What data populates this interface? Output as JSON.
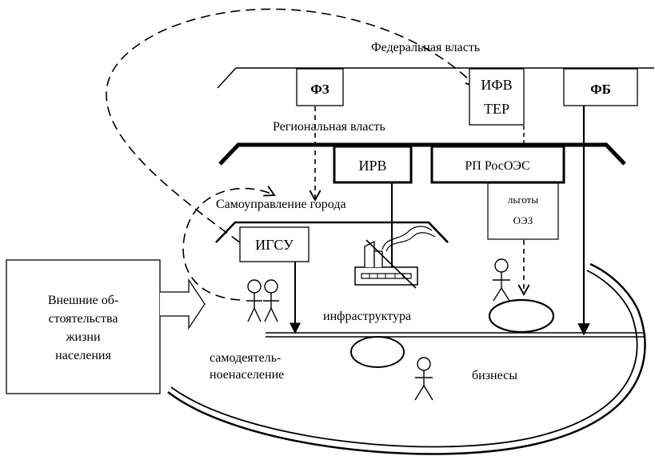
{
  "levels": {
    "federal": "Федеральная власть",
    "regional": "Региональная власть",
    "city": "Самоуправление города"
  },
  "boxes": {
    "fz": "ФЗ",
    "ifv_line1": "ИФВ",
    "ifv_line2": "ТЕР",
    "fb": "ФБ",
    "irv": "ИРВ",
    "rp": "РП  РосОЭС",
    "lgoty_line1": "льготы",
    "lgoty_line2": "ОЭЗ",
    "igsu": "ИГСУ",
    "external_line1": "Внешние об-",
    "external_line2": "стоятельства",
    "external_line3": "жизни",
    "external_line4": "населения"
  },
  "labels": {
    "infrastructure": "инфраструктура",
    "population_line1": "самодеятель-",
    "population_line2": "ноенаселение",
    "business": "бизнесы"
  },
  "colors": {
    "ink": "#000000",
    "background": "#ffffff"
  }
}
